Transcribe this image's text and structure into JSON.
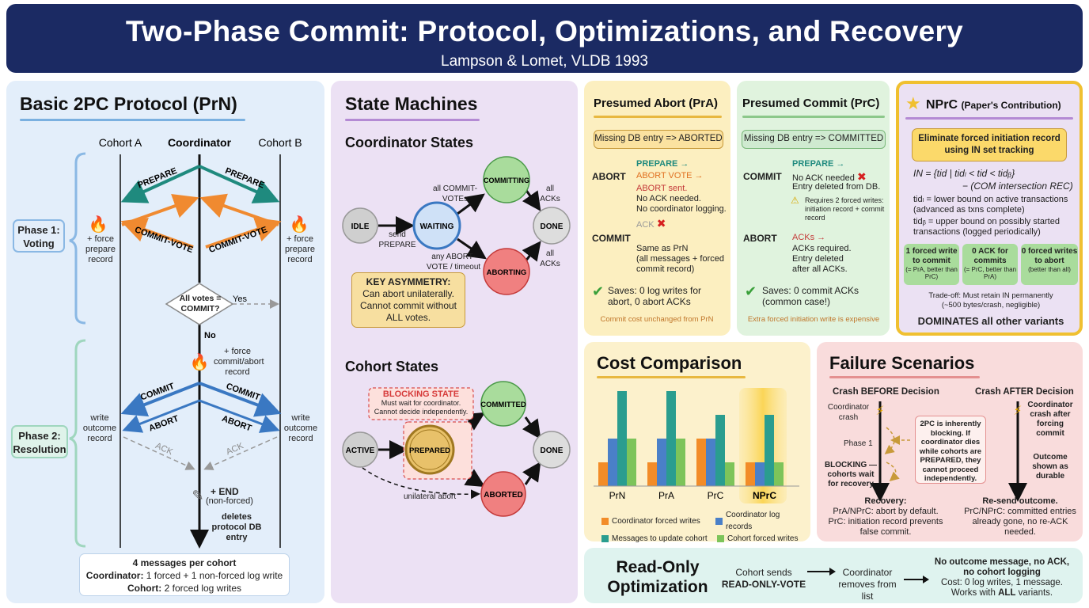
{
  "header": {
    "title": "Two-Phase Commit: Protocol, Optimizations, and Recovery",
    "subtitle": "Lampson & Lomet, VLDB 1993"
  },
  "basic": {
    "title": "Basic 2PC Protocol (PrN)",
    "cohort_a": "Cohort A",
    "coordinator": "Coordinator",
    "cohort_b": "Cohort B",
    "phase1": "Phase 1:\nVoting",
    "phase2": "Phase 2:\nResolution",
    "prepare": "PREPARE",
    "commit_vote": "COMMIT-VOTE",
    "force_prepare": "+ force prepare record",
    "decision_q": "All votes = COMMIT?",
    "yes": "Yes",
    "no": "No",
    "force_commit": "+ force commit/abort record",
    "commit": "COMMIT",
    "abort": "ABORT",
    "ack": "ACK",
    "write_outcome": "write outcome record",
    "end": "+ END",
    "non_forced": "(non-forced)",
    "deletes": "deletes protocol DB entry",
    "summary_title": "4 messages per cohort",
    "summary_coord_label": "Coordinator:",
    "summary_coord": " 1 forced + 1 non-forced log write",
    "summary_cohort_label": "Cohort:",
    "summary_cohort": " 2 forced log writes"
  },
  "sm": {
    "title": "State Machines",
    "coord_title": "Coordinator States",
    "idle": "IDLE",
    "waiting": "WAITING",
    "committing": "COMMITTING",
    "aborting": "ABORTING",
    "done": "DONE",
    "send_prepare": "send PREPARE",
    "all_commit_votes": "all COMMIT-VOTEs",
    "any_abort_vote": "any ABORT-VOTE / timeout",
    "all_acks": "all ACKs",
    "key_title": "KEY ASYMMETRY:",
    "key_body": "Can abort unilaterally. Cannot commit without ALL votes.",
    "cohort_title": "Cohort States",
    "active": "ACTIVE",
    "prepared": "PREPARED",
    "committed": "COMMITTED",
    "aborted": "ABORTED",
    "cdone": "DONE",
    "blocking_title": "BLOCKING STATE",
    "blocking_body": "Must wait for coordinator. Cannot decide independently.",
    "unilateral": "unilateral abort"
  },
  "pra": {
    "title": "Presumed Abort (PrA)",
    "missing": "Missing DB entry => ABORTED",
    "abort": "ABORT",
    "prepare": "PREPARE →",
    "abort_vote": "ABORT VOTE →",
    "abort_sent": "ABORT sent.",
    "no_ack": "No ACK needed.",
    "no_coord": "No coordinator logging.",
    "ack": "ACK",
    "commit": "COMMIT",
    "same": "Same as PrN",
    "all_msgs": "(all messages + forced commit record)",
    "saves": "Saves: 0 log writes for abort, 0 abort ACKs",
    "note": "Commit cost unchanged from PrN"
  },
  "prc": {
    "title": "Presumed Commit (PrC)",
    "missing": "Missing DB entry => COMMITTED",
    "commit": "COMMIT",
    "prepare": "PREPARE →",
    "no_ack": "No ACK needed",
    "entry_del": "Entry deleted from DB.",
    "requires": "Requires 2 forced writes: initiation record + commit record",
    "abort": "ABORT",
    "acks": "ACKs →",
    "acks_req": "ACKs required.",
    "entry_del2": "Entry deleted after all ACKs.",
    "saves": "Saves: 0 commit ACKs (common case!)",
    "note": "Extra forced initiation write is expensive"
  },
  "nprc": {
    "title": "NPrC",
    "title_sub": "(Paper's Contribution)",
    "banner": "Eliminate forced initiation record using IN set tracking",
    "formula": "IN = {tid | tidₗ < tid < tidᵦ}",
    "formula2": "− (COM intersection REC)",
    "tidl": "tidₗ = lower bound on active transactions (advanced as txns complete)",
    "tidh": "tidᵦ = upper bound on possibly started transactions (logged periodically)",
    "box1": "1 forced write to commit",
    "box1s": "(= PrA, better than PrC)",
    "box2": "0 ACK for commits",
    "box2s": "(= PrC, better than PrA)",
    "box3": "0 forced writes to abort",
    "box3s": "(better than all)",
    "tradeoff": "Trade-off: Must retain IN permanently (~500 bytes/crash, negligible)",
    "dominates": "DOMINATES all other variants"
  },
  "cost": {
    "title": "Cost Comparison",
    "legend": [
      "Coordinator forced writes",
      "Coordinator log records",
      "Messages to update cohort",
      "Cohort forced writes"
    ],
    "colors": [
      "#f28c28",
      "#4a80c8",
      "#2a9d8f",
      "#7dc45a"
    ]
  },
  "chart_data": {
    "type": "bar",
    "categories": [
      "PrN",
      "PrA",
      "PrC",
      "NPrC"
    ],
    "series": [
      {
        "name": "Coordinator forced writes",
        "values": [
          1,
          1,
          2,
          1
        ]
      },
      {
        "name": "Coordinator log records",
        "values": [
          2,
          2,
          2,
          1
        ]
      },
      {
        "name": "Messages to update cohort",
        "values": [
          4,
          4,
          3,
          3
        ]
      },
      {
        "name": "Cohort forced writes",
        "values": [
          2,
          2,
          1,
          1
        ]
      }
    ],
    "highlight": "NPrC"
  },
  "fail": {
    "title": "Failure Scenarios",
    "before": "Crash BEFORE Decision",
    "after": "Crash AFTER Decision",
    "coord_crash": "Coordinator crash",
    "phase1": "Phase 1",
    "blocking": "BLOCKING — cohorts wait for recovery",
    "inherently": "2PC is inherently blocking. If coordinator dies while cohorts are PREPARED, they cannot proceed independently.",
    "recovery": "Recovery:",
    "rec1": "PrA/NPrC: abort by default.",
    "rec2": "PrC: initiation record prevents false commit.",
    "coord_crash_after": "Coordinator crash after forcing commit",
    "outcome": "Outcome shown as durable",
    "resend": "Re-send outcome.",
    "resend2": "PrC/NPrC: committed entries already gone, no re-ACK needed."
  },
  "ro": {
    "title": "Read-Only Optimization",
    "step1": "Cohort sends",
    "step1b": "READ-ONLY-VOTE",
    "step2": "Coordinator removes from list",
    "step3a": "No outcome message, no ACK, no cohort logging",
    "step3b": "Cost: 0 log writes, 1 message.",
    "step3c_pre": "Works with ",
    "step3c_b": "ALL",
    "step3c_post": " variants."
  }
}
